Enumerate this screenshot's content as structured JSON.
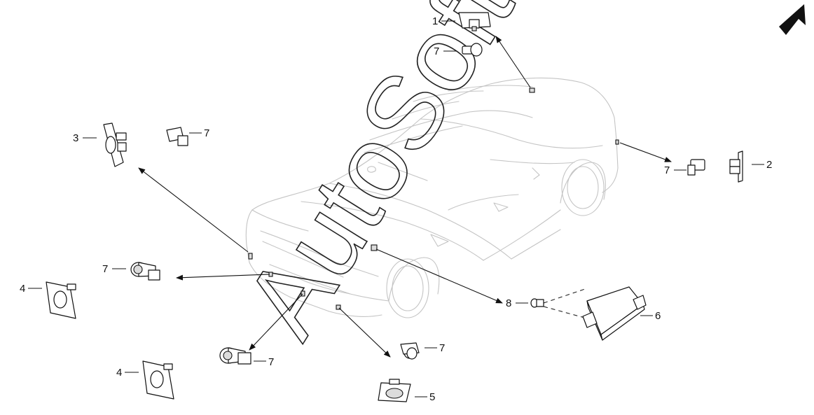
{
  "watermark": "AutoSoft",
  "callouts": {
    "c1": "1",
    "c2": "2",
    "c3": "3",
    "c4a": "4",
    "c4b": "4",
    "c5": "5",
    "c6": "6",
    "c7a": "7",
    "c7b": "7",
    "c7c": "7",
    "c7d": "7",
    "c7e": "7",
    "c7f": "7",
    "c8": "8"
  },
  "icons": {
    "direction": "front-direction-arrow-icon"
  }
}
